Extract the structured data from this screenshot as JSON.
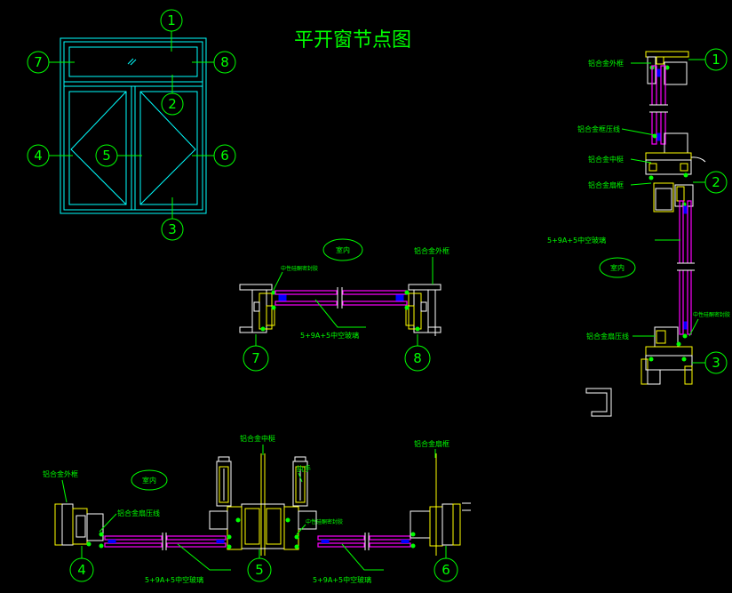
{
  "title": "平开窗节点图",
  "colors": {
    "background": "#000000",
    "annotation": "#00ff00",
    "elevation": "#00ffff",
    "glass": "#ff00ff",
    "profile_yellow": "#ffff00",
    "profile_white": "#ffffff",
    "spacer": "#0000ff"
  },
  "elevation": {
    "callout_1": "1",
    "callout_2": "2",
    "callout_3": "3",
    "callout_4": "4",
    "callout_5": "5",
    "callout_6": "6",
    "callout_7": "7",
    "callout_8": "8"
  },
  "vertical_section": {
    "callout_1": "1",
    "callout_2": "2",
    "callout_3": "3",
    "outer_frame_label": "铝合金外框",
    "frame_bead_label": "铝合金框压线",
    "transom_label": "铝合金中梃",
    "sash_frame_label": "铝合金扇框",
    "glass_label": "5+9A+5中空玻璃",
    "indoor_label": "室内",
    "sealant_label": "中性硅酮密封胶",
    "sash_bead_label": "铝合金扇压线"
  },
  "section_7_8": {
    "callout_7": "7",
    "callout_8": "8",
    "indoor_label": "室内",
    "outer_frame_label": "铝合金外框",
    "sealant_label": "中性硅酮密封胶",
    "glass_label": "5+9A+5中空玻璃"
  },
  "section_4_5_6": {
    "callout_4": "4",
    "callout_5": "5",
    "callout_6": "6",
    "outer_frame_label": "铝合金外框",
    "indoor_label": "室内",
    "mullion_label": "铝合金中梃",
    "handle_label": "执手",
    "sash_frame_label": "铝合金扇框",
    "sash_bead_label": "铝合金扇压线",
    "sealant_label": "中性硅酮密封胶",
    "glass_label_left": "5+9A+5中空玻璃",
    "glass_label_right": "5+9A+5中空玻璃"
  }
}
